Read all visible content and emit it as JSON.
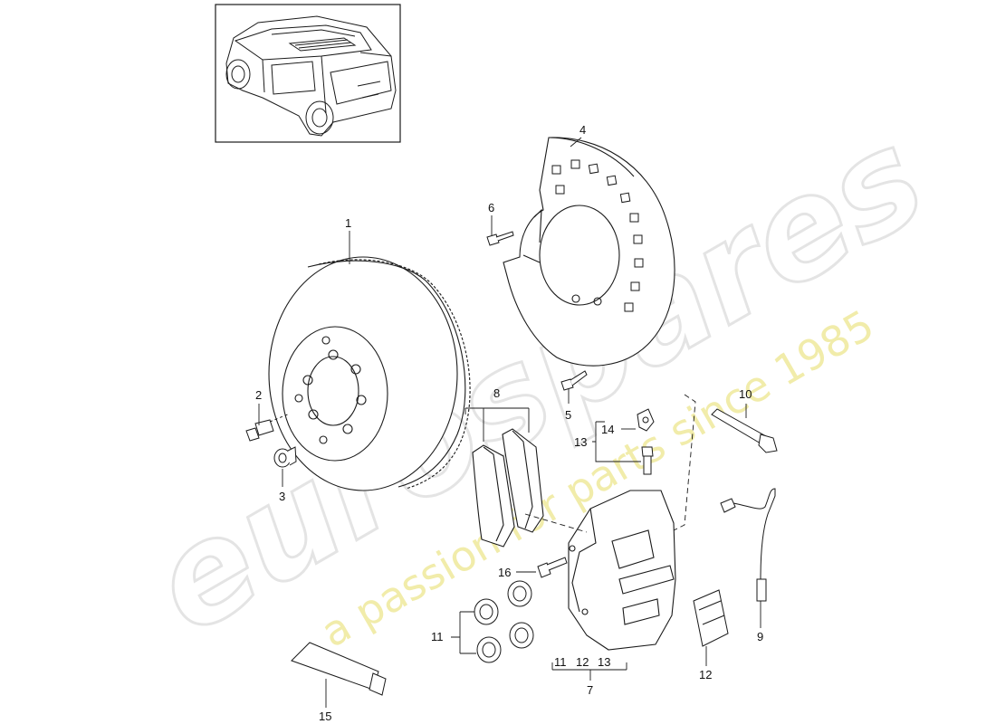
{
  "watermark": {
    "brand": "eurospares",
    "tagline": "a passion for parts since 1985"
  },
  "callouts": {
    "n1": "1",
    "n2": "2",
    "n3": "3",
    "n4": "4",
    "n5": "5",
    "n6": "6",
    "n7": "7",
    "n8": "8",
    "n9": "9",
    "n10": "10",
    "n11": "11",
    "n12": "12",
    "n13": "13",
    "n14": "14",
    "n15": "15",
    "n16": "16",
    "group7": [
      "11",
      "12",
      "13"
    ]
  },
  "colors": {
    "line": "#1a1a1a",
    "watermark_grey": "#e6e6e6",
    "watermark_yellow": "#f3eeb0"
  }
}
